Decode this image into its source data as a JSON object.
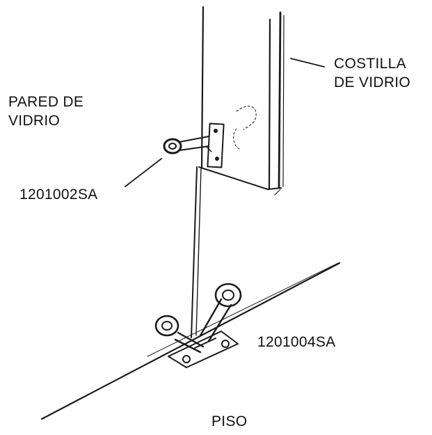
{
  "labels": {
    "glass_wall_line1": "PARED DE",
    "glass_wall_line2": "VIDRIO",
    "glass_rib_line1": "COSTILLA",
    "glass_rib_line2": "DE VIDRIO",
    "top_part": "1201002SA",
    "bottom_part": "1201004SA",
    "floor": "PISO"
  },
  "colors": {
    "ink": "#1a1a1a",
    "background": "#ffffff"
  }
}
